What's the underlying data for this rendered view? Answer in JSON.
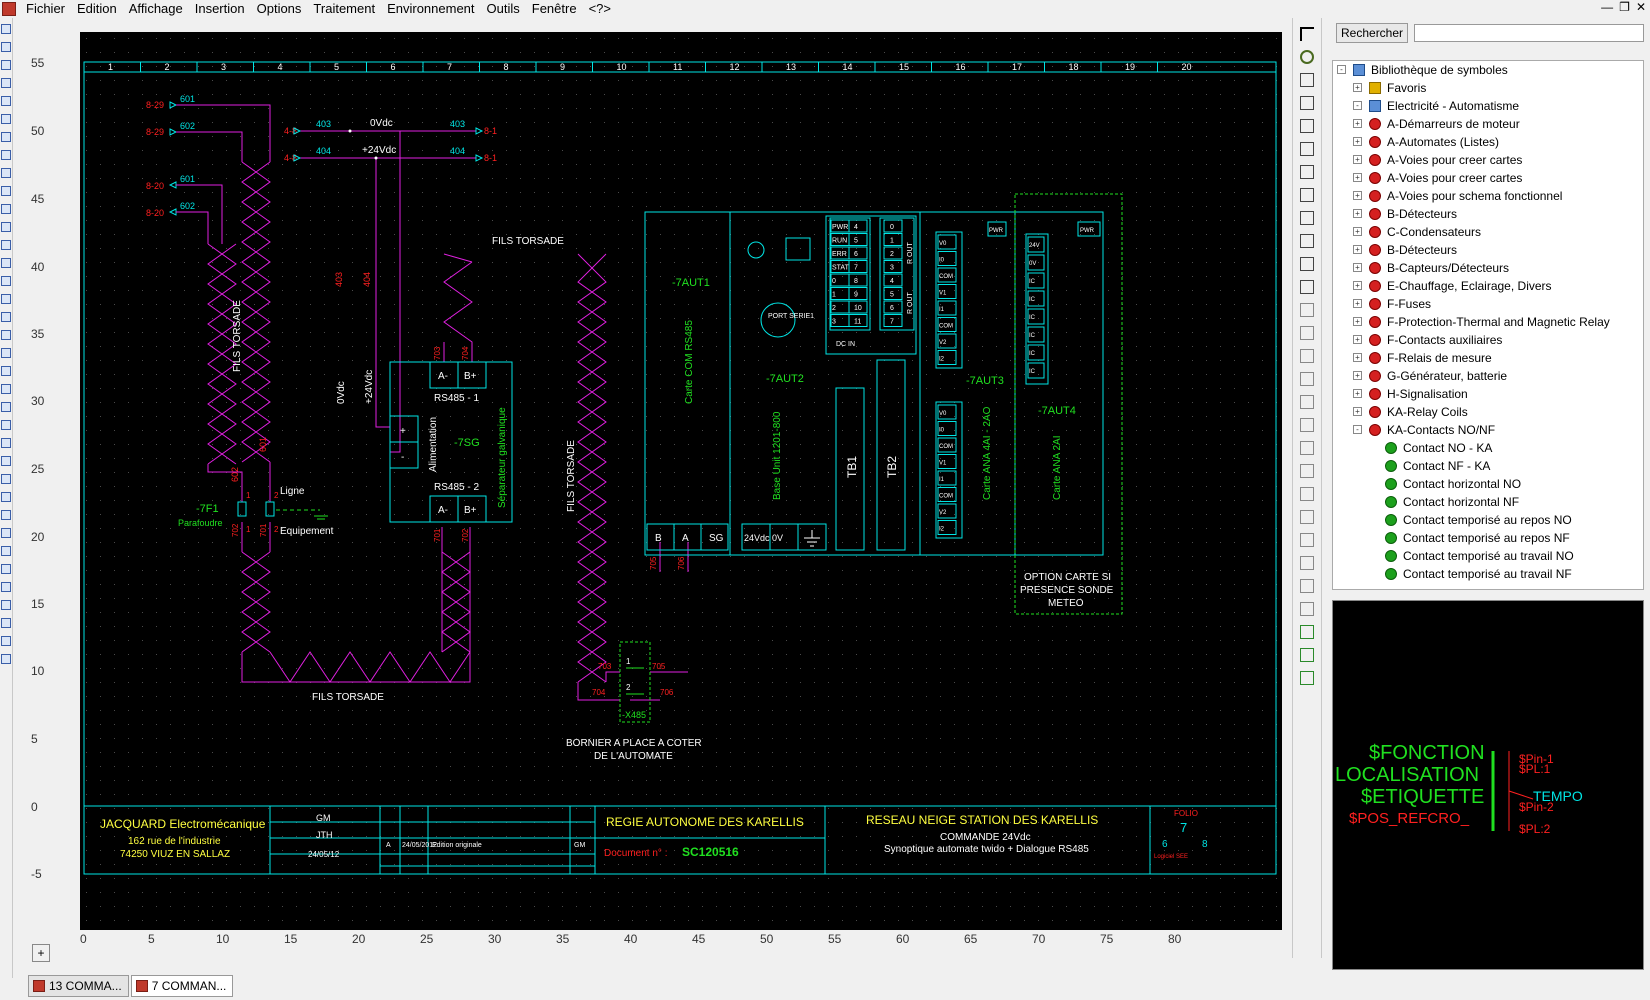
{
  "menu": {
    "items": [
      "Fichier",
      "Edition",
      "Affichage",
      "Insertion",
      "Options",
      "Traitement",
      "Environnement",
      "Outils",
      "Fenêtre",
      "<?>"
    ]
  },
  "ruler": {
    "vertical": [
      "55",
      "50",
      "45",
      "40",
      "35",
      "30",
      "25",
      "20",
      "15",
      "10",
      "5",
      "0",
      "-5"
    ],
    "horizontal": [
      "0",
      "5",
      "10",
      "15",
      "20",
      "25",
      "30",
      "35",
      "40",
      "45",
      "50",
      "55",
      "60",
      "65",
      "70",
      "75",
      "80"
    ],
    "columns": [
      "1",
      "2",
      "3",
      "4",
      "5",
      "6",
      "7",
      "8",
      "9",
      "10",
      "11",
      "12",
      "13",
      "14",
      "15",
      "16",
      "17",
      "18",
      "19",
      "20"
    ]
  },
  "drawing": {
    "wires_left": [
      {
        "ref": "8-29",
        "wire": "601"
      },
      {
        "ref": "8-29",
        "wire": "602"
      },
      {
        "ref": "8-20",
        "wire": "601"
      },
      {
        "ref": "8-20",
        "wire": "602"
      }
    ],
    "wires_right": [
      {
        "ref": "4-8",
        "wire": "403",
        "label": "0Vdc",
        "end_wire": "403",
        "end_ref": "8-1"
      },
      {
        "ref": "4-8",
        "wire": "404",
        "label": "+24Vdc",
        "end_wire": "404",
        "end_ref": "8-1"
      }
    ],
    "twisted_labels": [
      "FILS TORSADE",
      "FILS TORSADE",
      "FILS TORSADE",
      "FILS TORSADE"
    ],
    "vert_wire_labels": [
      "403",
      "404",
      "0Vdc",
      "+24Vdc",
      "601",
      "602"
    ],
    "protector": {
      "tag": "-7F1",
      "name": "Parafoudre",
      "line": "Ligne",
      "equip": "Equipement",
      "pins": [
        "1",
        "2",
        "1",
        "2"
      ],
      "wires": [
        "702",
        "701"
      ]
    },
    "isolator": {
      "tag": "-7SG",
      "port1": "RS485 - 1",
      "port2": "RS485 - 2",
      "alim": "Alimentation",
      "desc": "Séparateur galvanique",
      "pinA": "A-",
      "pinB": "B+",
      "plus": "+",
      "minus": "-",
      "wires_top": [
        "703",
        "704"
      ],
      "wires_bottom": [
        "701",
        "702"
      ]
    },
    "plc": {
      "tag1": "-7AUT1",
      "tag2": "-7AUT2",
      "tag3": "-7AUT3",
      "tag4": "-7AUT4",
      "card1": "Carte COM RS485",
      "base": "Base Unit 1201-800",
      "card3": "Carte ANA 4AI - 2AO",
      "card4": "Carte ANA 2AI",
      "port": "PORT SERIE1",
      "tb1": "TB1",
      "tb2": "TB2",
      "bottom1": [
        "B",
        "A",
        "SG"
      ],
      "bottom2": [
        "24Vdc",
        "0V"
      ],
      "pwr": "PWR",
      "io_left": [
        "PWR",
        "RUN",
        "ERR",
        "STAT",
        "0",
        "1",
        "2",
        "3"
      ],
      "io_right": [
        "4",
        "5",
        "6",
        "7",
        "8",
        "9",
        "10",
        "11"
      ],
      "outputs": [
        "0",
        "1",
        "2",
        "3",
        "4",
        "5",
        "6",
        "7"
      ],
      "dc_in": "DC IN",
      "rout": "R OUT",
      "analog_in": [
        "V0",
        "I0",
        "COM",
        "V1",
        "I1",
        "COM",
        "V2",
        "I2"
      ],
      "ana_out": [
        "24V",
        "0V",
        "IC",
        "IC",
        "IC",
        "IC",
        "IC",
        "IC"
      ],
      "opt": [
        "OPTION CARTE SI",
        "PRESENCE SONDE",
        "METEO"
      ]
    },
    "terminal": {
      "tag": "-X485",
      "wires": [
        "703",
        "705",
        "704",
        "706",
        "705",
        "706"
      ],
      "pins": [
        "1",
        "2"
      ]
    },
    "bornier_note": [
      "BORNIER A PLACE A COTER",
      "DE L'AUTOMATE"
    ]
  },
  "cartouche": {
    "company": "JACQUARD Electromécanique",
    "address": "162 rue de l'industrie",
    "city": "74250 VIUZ EN SALLAZ",
    "drawn": "GM",
    "checked": "JTH",
    "date": "24/05/12",
    "rev_index": "A",
    "rev_date": "24/05/2012",
    "rev_desc": "Edition originale",
    "rev_by": "GM",
    "client": "REGIE AUTONOME DES KARELLIS",
    "doc_label": "Document n° :",
    "doc_number": "SC120516",
    "project": "RESEAU NEIGE STATION DES KARELLIS",
    "subtitle": "COMMANDE 24Vdc",
    "desc": "Synoptique automate twido + Dialogue RS485",
    "folio_label": "FOLIO",
    "folio": "7",
    "folio_prev": "6",
    "folio_next": "8",
    "software": "Logiciel SEE"
  },
  "library": {
    "search_button": "Rechercher",
    "search_value": "",
    "tree": [
      {
        "label": "Bibliothèque de symboles",
        "level": 0,
        "icon": "book",
        "exp": "-"
      },
      {
        "label": "Favoris",
        "level": 1,
        "icon": "star",
        "exp": "+"
      },
      {
        "label": "Electricité - Automatisme",
        "level": 1,
        "icon": "book",
        "exp": "-"
      },
      {
        "label": "A-Démarreurs de moteur",
        "level": 2,
        "icon": "red",
        "exp": "+"
      },
      {
        "label": "A-Automates (Listes)",
        "level": 2,
        "icon": "red",
        "exp": "+"
      },
      {
        "label": "A-Voies pour creer cartes",
        "level": 2,
        "icon": "red",
        "exp": "+"
      },
      {
        "label": "A-Voies pour creer cartes",
        "level": 2,
        "icon": "red",
        "exp": "+"
      },
      {
        "label": "A-Voies pour schema fonctionnel",
        "level": 2,
        "icon": "red",
        "exp": "+"
      },
      {
        "label": "B-Détecteurs",
        "level": 2,
        "icon": "red",
        "exp": "+"
      },
      {
        "label": "C-Condensateurs",
        "level": 2,
        "icon": "red",
        "exp": "+"
      },
      {
        "label": "B-Détecteurs",
        "level": 2,
        "icon": "red",
        "exp": "+"
      },
      {
        "label": "B-Capteurs/Détecteurs",
        "level": 2,
        "icon": "red",
        "exp": "+"
      },
      {
        "label": "E-Chauffage, Eclairage, Divers",
        "level": 2,
        "icon": "red",
        "exp": "+"
      },
      {
        "label": "F-Fuses",
        "level": 2,
        "icon": "red",
        "exp": "+"
      },
      {
        "label": "F-Protection-Thermal and Magnetic Relay",
        "level": 2,
        "icon": "red",
        "exp": "+"
      },
      {
        "label": "F-Contacts auxiliaires",
        "level": 2,
        "icon": "red",
        "exp": "+"
      },
      {
        "label": "F-Relais de mesure",
        "level": 2,
        "icon": "red",
        "exp": "+"
      },
      {
        "label": "G-Générateur, batterie",
        "level": 2,
        "icon": "red",
        "exp": "+"
      },
      {
        "label": "H-Signalisation",
        "level": 2,
        "icon": "red",
        "exp": "+"
      },
      {
        "label": "KA-Relay Coils",
        "level": 2,
        "icon": "red",
        "exp": "+"
      },
      {
        "label": "KA-Contacts NO/NF",
        "level": 2,
        "icon": "red",
        "exp": "-"
      },
      {
        "label": "Contact NO - KA",
        "level": 3,
        "icon": "green",
        "exp": ""
      },
      {
        "label": "Contact NF - KA",
        "level": 3,
        "icon": "green",
        "exp": ""
      },
      {
        "label": "Contact horizontal NO",
        "level": 3,
        "icon": "green",
        "exp": ""
      },
      {
        "label": "Contact horizontal NF",
        "level": 3,
        "icon": "green",
        "exp": ""
      },
      {
        "label": "Contact temporisé au repos NO",
        "level": 3,
        "icon": "green",
        "exp": ""
      },
      {
        "label": "Contact temporisé au repos NF",
        "level": 3,
        "icon": "green",
        "exp": ""
      },
      {
        "label": "Contact temporisé au travail NO",
        "level": 3,
        "icon": "green",
        "exp": ""
      },
      {
        "label": "Contact temporisé au travail NF",
        "level": 3,
        "icon": "green",
        "exp": ""
      }
    ]
  },
  "preview": {
    "fonction": "$FONCTION",
    "localisation": "LOCALISATION",
    "etiquette": "$ETIQUETTE",
    "posref": "$POS_REFCRO_",
    "pin1": "$Pin-1",
    "pl1": "$PL:1",
    "tempo": "TEMPO",
    "pin2": "$Pin-2",
    "pl2": "$PL:2"
  },
  "tabs": [
    "13 COMMA...",
    "7 COMMAN..."
  ],
  "colors": {
    "cyan": "#00e5e5",
    "magenta": "#e020e0",
    "red": "#ff2020",
    "green": "#20e020",
    "yellow": "#ffff40",
    "white": "#ffffff"
  }
}
